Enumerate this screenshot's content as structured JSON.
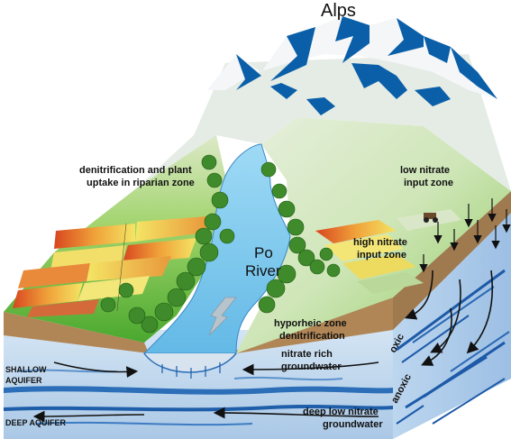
{
  "labels": {
    "alps": "Alps",
    "riparian_line1": "denitrification and plant",
    "riparian_line2": "uptake in riparian zone",
    "low_nitrate_line1": "low nitrate",
    "low_nitrate_line2": "input zone",
    "high_nitrate_line1": "high nitrate",
    "high_nitrate_line2": "input zone",
    "river_line1": "Po",
    "river_line2": "River",
    "hyporheic_line1": "hyporheic zone",
    "hyporheic_line2": "denitrification",
    "nitrate_rich_line1": "nitrate rich",
    "nitrate_rich_line2": "groundwater",
    "shallow_line1": "SHALLOW",
    "shallow_line2": "AQUIFER",
    "deep_aquifer": "DEEP AQUIFER",
    "deep_low_line1": "deep low nitrate",
    "deep_low_line2": "groundwater",
    "oxic": "oxic",
    "anoxic": "anoxic"
  },
  "colors": {
    "mountain": "#0a5fa8",
    "snow": "#f4f6f8",
    "grass": "#67b93a",
    "grass_light": "#b7dd8a",
    "river": "#7cc8ee",
    "soil": "#b98b5a",
    "aquifer": "#c5dcf0",
    "aquifer_side": "#a9c9ea",
    "water_streak": "#1b5fae",
    "tree": "#2f7d22",
    "field_red": "#d0502a",
    "field_yellow": "#f2e35a"
  }
}
